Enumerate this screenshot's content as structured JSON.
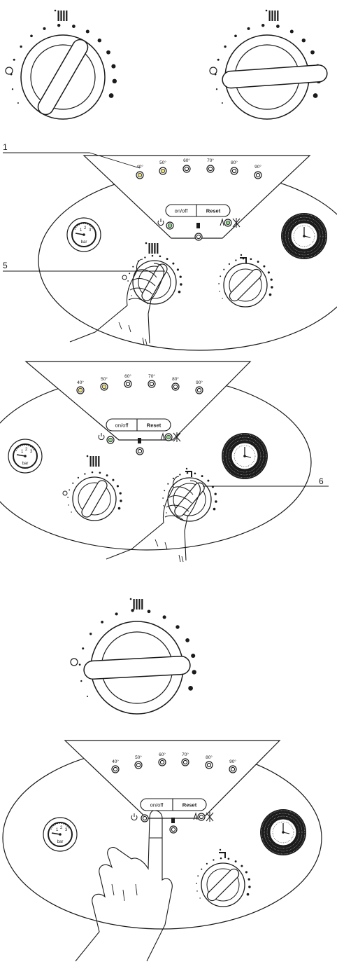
{
  "callouts": {
    "c1": "1",
    "c5": "5",
    "c6": "6"
  },
  "temperatures": [
    "40°",
    "50°",
    "60°",
    "70°",
    "80°",
    "90°"
  ],
  "buttons": {
    "onoff": "on/off",
    "reset": "Reset"
  },
  "gauge_unit": "bar",
  "gauge_numbers": [
    "1",
    "2",
    "3"
  ],
  "colors": {
    "line": "#1a1a1a",
    "amber_led": "#f0e27a",
    "green_led": "#8fd18a",
    "timer_dark": "#1c1c1c"
  },
  "icons": [
    "radiator-icon",
    "tap-icon",
    "power-icon",
    "flame-icon",
    "fan-icon",
    "cylinder-icon",
    "hand-icon"
  ]
}
